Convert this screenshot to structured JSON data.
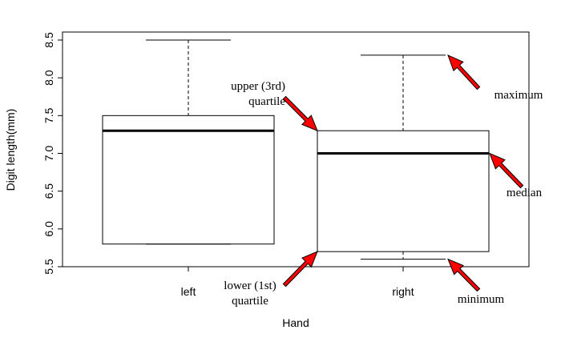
{
  "chart_data": {
    "type": "box",
    "xlabel": "Hand",
    "ylabel": "Digit length(mm)",
    "ylim": [
      5.5,
      8.5
    ],
    "yticks": [
      5.5,
      6.0,
      6.5,
      7.0,
      7.5,
      8.0,
      8.5
    ],
    "ytick_labels": [
      "5.5",
      "6.0",
      "6.5",
      "7.0",
      "7.5",
      "8.0",
      "8.5"
    ],
    "categories": [
      "left",
      "right"
    ],
    "boxes": [
      {
        "category": "left",
        "min": 5.8,
        "q1": 5.8,
        "median": 7.3,
        "q3": 7.5,
        "max": 8.5
      },
      {
        "category": "right",
        "min": 5.6,
        "q1": 5.7,
        "median": 7.0,
        "q3": 7.3,
        "max": 8.3
      }
    ],
    "annotations": [
      {
        "lines": [
          "upper (3rd)",
          "quartile"
        ],
        "target": "right.q3"
      },
      {
        "lines": [
          "lower (1st)",
          "quartile"
        ],
        "target": "right.q1"
      },
      {
        "lines": [
          "maximum"
        ],
        "target": "right.max"
      },
      {
        "lines": [
          "median"
        ],
        "target": "right.median"
      },
      {
        "lines": [
          "minimum"
        ],
        "target": "right.min"
      }
    ],
    "colors": {
      "arrow_fill": "#ff0000",
      "arrow_stroke": "#000000"
    }
  }
}
